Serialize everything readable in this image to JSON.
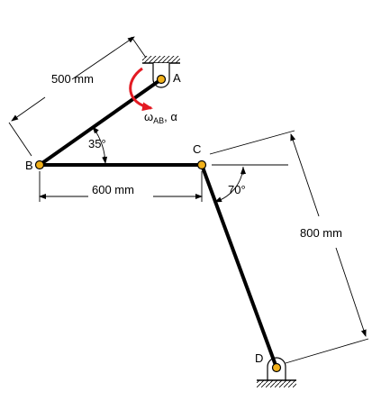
{
  "points": {
    "A": "A",
    "B": "B",
    "C": "C",
    "D": "D"
  },
  "dimensions": {
    "ab_length": "500 mm",
    "bc_length": "600 mm",
    "cd_length": "800 mm"
  },
  "angles": {
    "abc": "35°",
    "cd_from_horizontal": "70°"
  },
  "angular_motion": {
    "omega": "ω",
    "omega_sub": "AB",
    "separator": ", ",
    "alpha": "α"
  },
  "colors": {
    "link": "#000000",
    "joint_fill": "#f2b11a",
    "motion_arrow": "#e31b23"
  }
}
